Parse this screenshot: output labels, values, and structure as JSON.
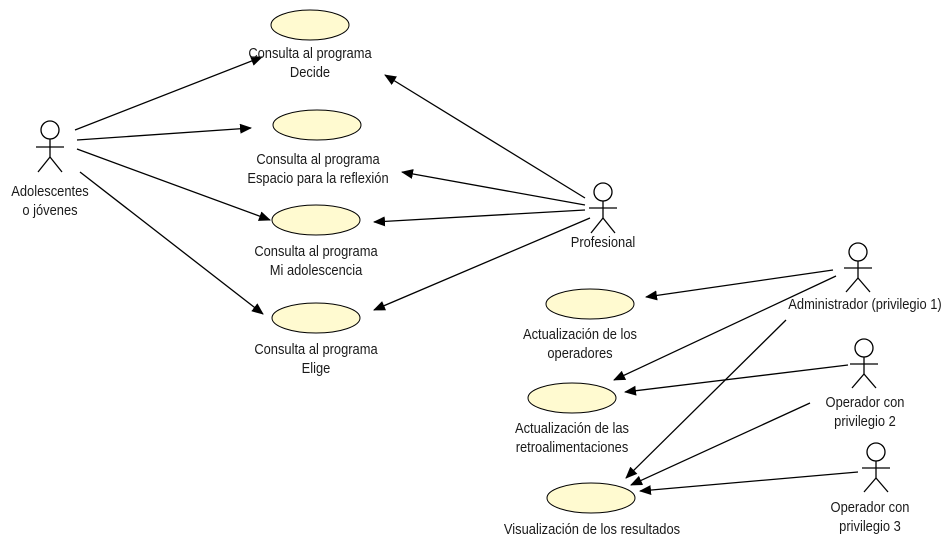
{
  "actors": {
    "adolescentes": {
      "line1": "Adolescentes",
      "line2": "o jóvenes"
    },
    "profesional": {
      "line1": "Profesional"
    },
    "administrador": {
      "line1": "Administrador (privilegio 1)"
    },
    "operador2": {
      "line1": "Operador con",
      "line2": "privilegio 2"
    },
    "operador3": {
      "line1": "Operador con",
      "line2": "privilegio 3"
    }
  },
  "use_cases": {
    "decide": {
      "line1": "Consulta al programa",
      "line2": "Decide"
    },
    "espacio": {
      "line1": "Consulta al programa",
      "line2": "Espacio para la reflexión"
    },
    "mi_adolescencia": {
      "line1": "Consulta al programa",
      "line2": "Mi adolescencia"
    },
    "elige": {
      "line1": "Consulta al programa",
      "line2": "Elige"
    },
    "act_operadores": {
      "line1": "Actualización de los",
      "line2": "operadores"
    },
    "act_retro": {
      "line1": "Actualización de las",
      "line2": "retroalimentaciones"
    },
    "visualizacion": {
      "line1": "Visualización de los resultados"
    }
  },
  "style": {
    "ellipse_fill": "#fffad0",
    "stroke": "#000000"
  }
}
